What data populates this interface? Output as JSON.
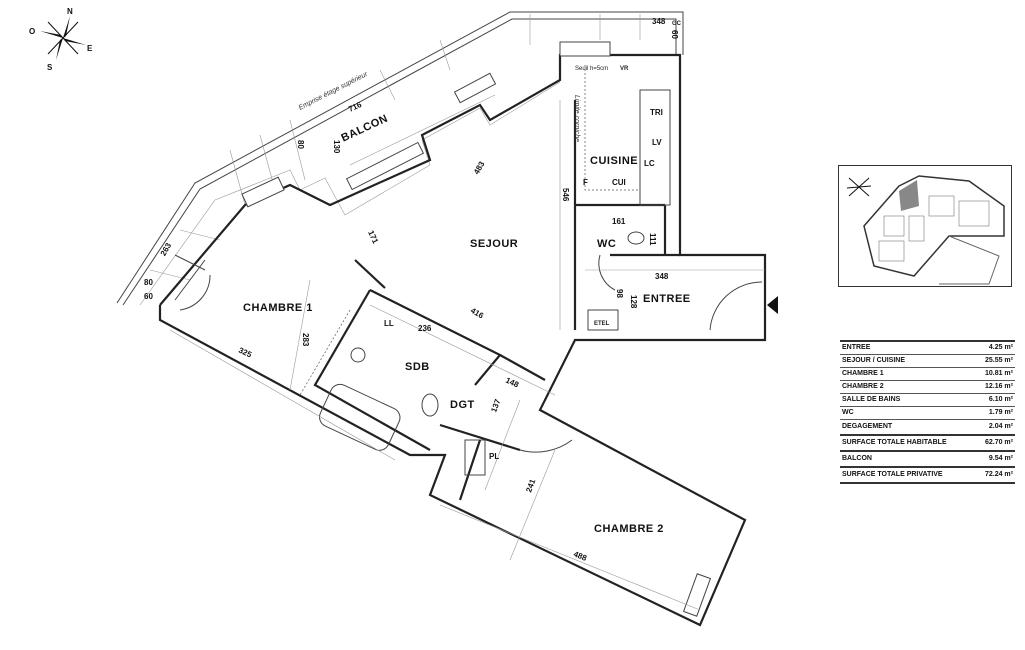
{
  "compass": {
    "n": "N",
    "e": "E",
    "s": "S",
    "o": "O"
  },
  "rooms": {
    "chambre1": "CHAMBRE 1",
    "sejour": "SEJOUR",
    "cuisine": "CUISINE",
    "wc": "WC",
    "entree": "ENTREE",
    "sdb": "SDB",
    "dgt": "DGT",
    "chambre2": "CHAMBRE 2",
    "balcon": "BALCON"
  },
  "fixtures": {
    "pl": "PL",
    "etel": "ETEL",
    "ll": "LL",
    "tri": "TRI",
    "lv": "LV",
    "lc": "LC",
    "f": "F",
    "cui": "CUI",
    "gc": "GC",
    "vr": "VR",
    "seuil": "Seuil h=5cm"
  },
  "annotations": {
    "emprise": "Emprise étage supérieur",
    "corniche": "Limite corniche"
  },
  "dimensions": {
    "d348top": "348",
    "d60top": "60",
    "d716": "716",
    "d80a": "80",
    "d130": "130",
    "d483": "483",
    "d546": "546",
    "d161": "161",
    "d111": "111",
    "d348": "348",
    "d98": "98",
    "d128": "128",
    "d416": "416",
    "d236": "236",
    "d283": "283",
    "d325": "325",
    "d148": "148",
    "d137": "137",
    "d241": "241",
    "d488": "488",
    "d171": "171",
    "d263": "263",
    "d80b": "80",
    "d60b": "60"
  },
  "surfaces": [
    {
      "label": "ENTREE",
      "value": "4.25 m²"
    },
    {
      "label": "SEJOUR / CUISINE",
      "value": "25.55 m²"
    },
    {
      "label": "CHAMBRE 1",
      "value": "10.81 m²"
    },
    {
      "label": "CHAMBRE 2",
      "value": "12.16 m²"
    },
    {
      "label": "SALLE DE BAINS",
      "value": "6.10 m²"
    },
    {
      "label": "WC",
      "value": "1.79 m²"
    },
    {
      "label": "DEGAGEMENT",
      "value": "2.04 m²"
    },
    {
      "label": "SURFACE TOTALE HABITABLE",
      "value": "62.70 m²"
    },
    {
      "label": "BALCON",
      "value": "9.54 m²"
    },
    {
      "label": "SURFACE TOTALE PRIVATIVE",
      "value": "72.24 m²"
    }
  ]
}
